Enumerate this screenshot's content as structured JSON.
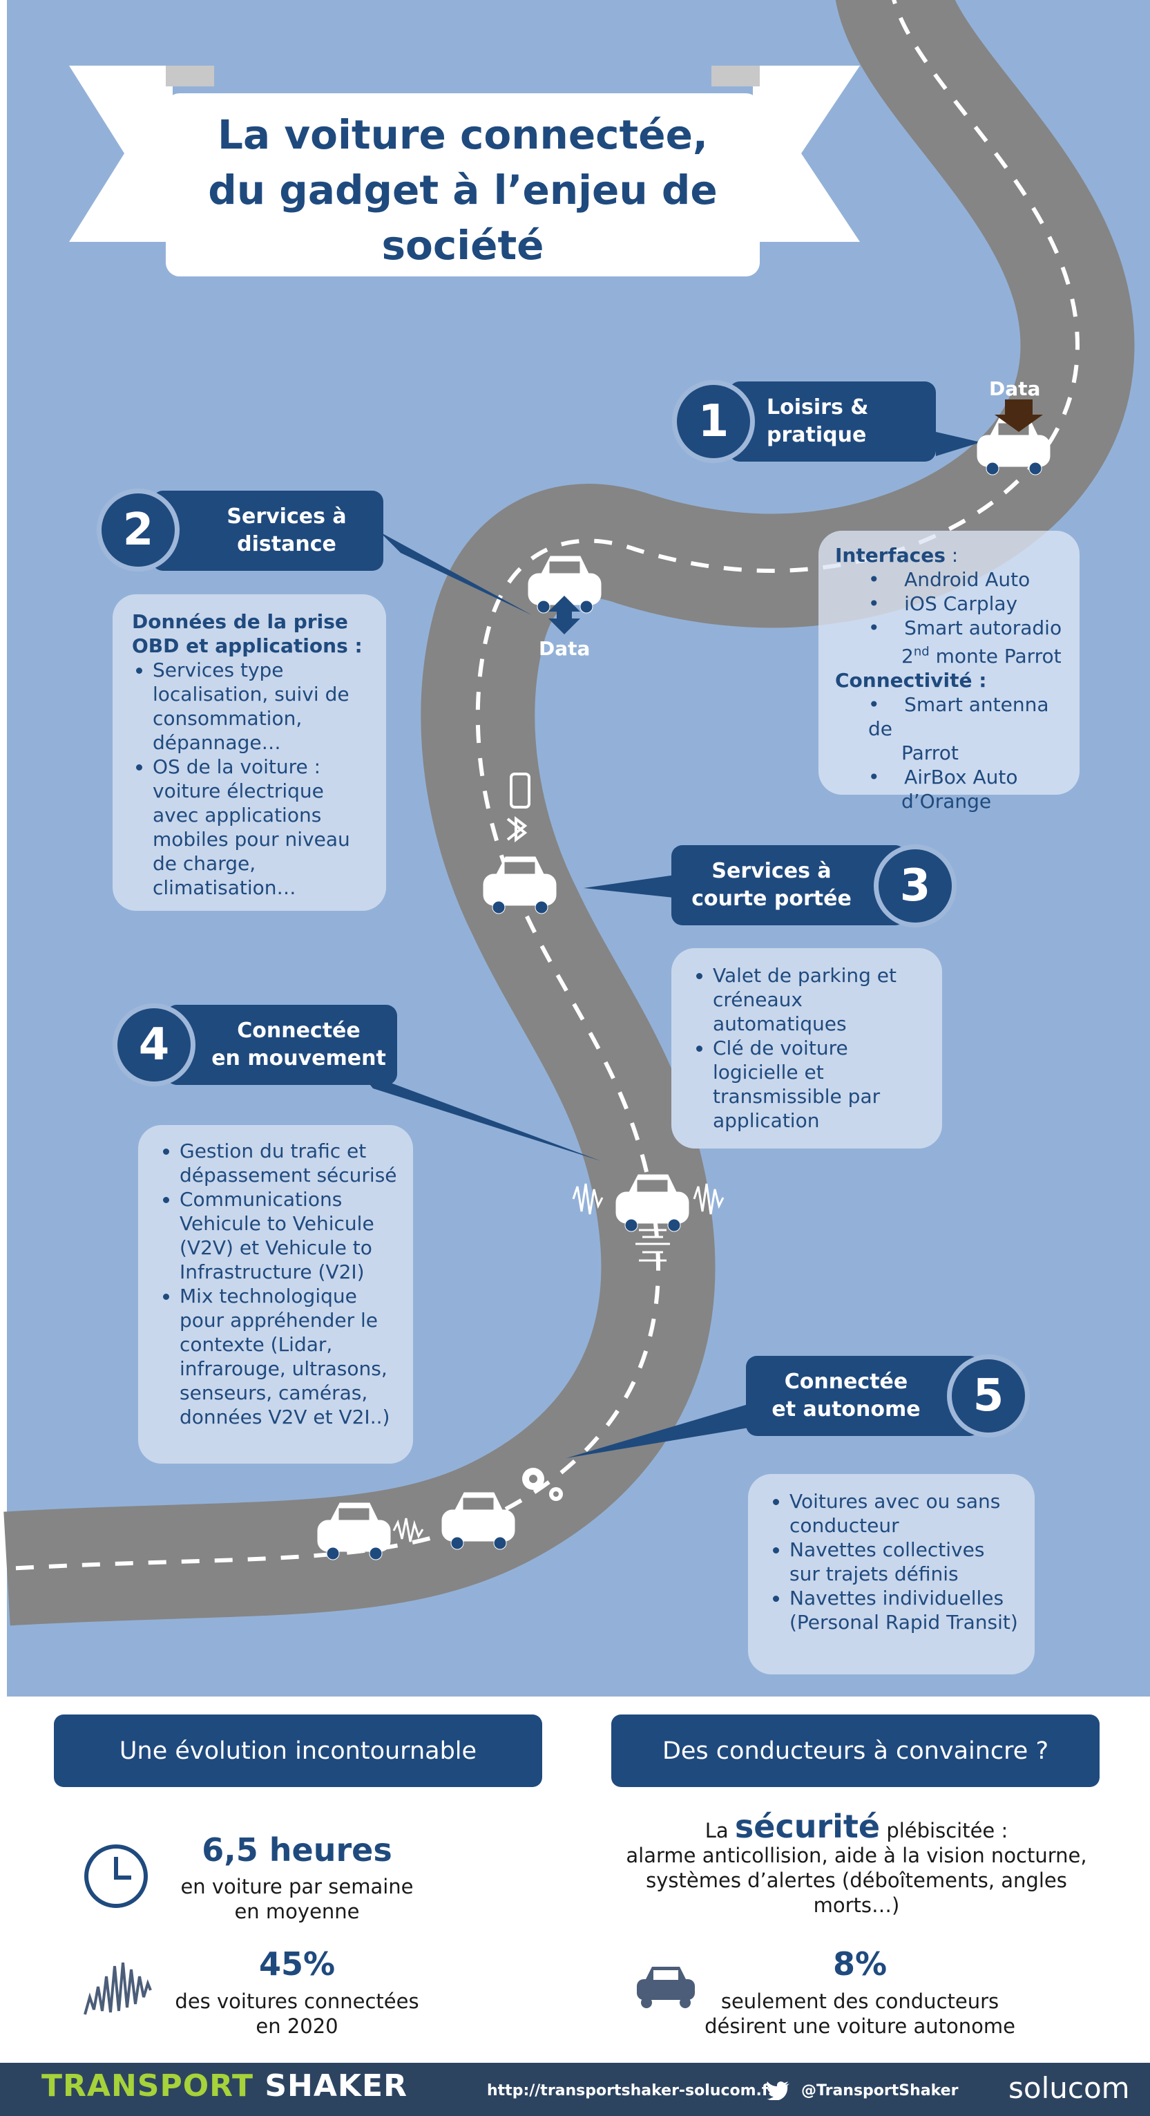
{
  "title": {
    "line1": "La voiture connectée,",
    "line2": "du gadget à l’enjeu de",
    "line3": "société"
  },
  "steps": [
    {
      "number": "1",
      "label_line1": "Loisirs &",
      "label_line2": "pratique"
    },
    {
      "number": "2",
      "label_line1": "Services à",
      "label_line2": "distance"
    },
    {
      "number": "3",
      "label_line1": "Services à",
      "label_line2": "courte portée"
    },
    {
      "number": "4",
      "label_line1": "Connectée",
      "label_line2": "en mouvement"
    },
    {
      "number": "5",
      "label_line1": "Connectée",
      "label_line2": "et autonome"
    }
  ],
  "data_labels": {
    "top": "Data",
    "middle": "Data"
  },
  "box1": {
    "head1": "Interfaces",
    "head1_suffix": " :",
    "items1": [
      "Android Auto",
      "iOS Carplay",
      "Smart autoradio",
      "2nd monte Parrot"
    ],
    "superscript": "nd",
    "head2": "Connectivité :",
    "items2": [
      "Smart antenna de",
      "Parrot",
      "AirBox Auto",
      "d’Orange"
    ]
  },
  "box2": {
    "head_line1": "Données de la prise",
    "head_line2": "OBD et applications :",
    "items": [
      "Services type localisation, suivi de consommation, dépannage…",
      "OS de la voiture : voiture électrique avec applications mobiles pour niveau de charge, climatisation…"
    ]
  },
  "box3": {
    "items": [
      "Valet de parking et créneaux automatiques",
      "Clé de voiture logicielle et transmissible par application"
    ]
  },
  "box4": {
    "items": [
      "Gestion du trafic et dépassement sécurisé",
      "Communications Vehicule to Vehicule (V2V) et Vehicule to Infrastructure (V2I)",
      "Mix technologique pour appréhender le contexte (Lidar, infrarouge, ultrasons, senseurs, caméras, données V2V et V2I..)"
    ]
  },
  "box5": {
    "items": [
      "Voitures avec ou sans conducteur",
      "Navettes collectives sur trajets définis",
      "Navettes individuelles (Personal Rapid Transit)"
    ]
  },
  "bottom": {
    "left_tab": "Une évolution incontournable",
    "right_tab": "Des conducteurs à convaincre ?",
    "stat1_big": "6,5 heures",
    "stat1_line1": "en voiture par semaine",
    "stat1_line2": "en moyenne",
    "stat2_big": "45%",
    "stat2_line1": "des voitures connectées",
    "stat2_line2": "en 2020",
    "secu_prefix": "La ",
    "secu_word": "sécurité",
    "secu_suffix": " plébiscitée :",
    "secu_line2": "alarme anticollision, aide à la vision nocturne,",
    "secu_line3": "systèmes d’alertes (déboîtements, angles",
    "secu_line4": "morts…)",
    "stat3_big": "8%",
    "stat3_line1": "seulement des conducteurs",
    "stat3_line2": "désirent une voiture autonome"
  },
  "footer": {
    "brand_part1": "TRANSPORT",
    "brand_part2": " SHAKER",
    "url": "http://transportshaker-solucom.fr/",
    "twitter": "@TransportShaker",
    "logo": "solucom"
  },
  "colors": {
    "sky": "#93b1d8",
    "navy": "#1f4a7e",
    "road": "#858585",
    "brand_green": "#a6d23a",
    "footer": "#2d4461"
  },
  "icons": [
    "car-icon",
    "clock-icon",
    "waveform-icon",
    "gear-icon",
    "phone-icon",
    "bluetooth-icon",
    "twitter-icon"
  ]
}
